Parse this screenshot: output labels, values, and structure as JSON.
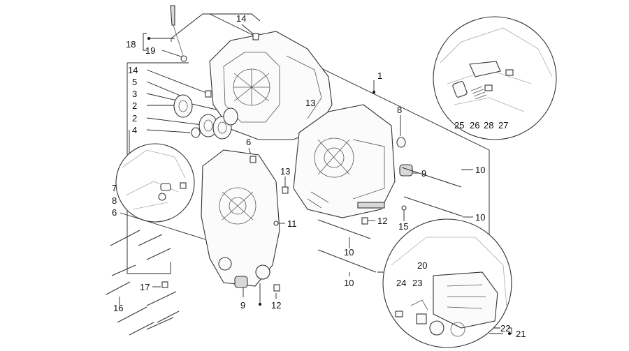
{
  "diagram": {
    "callouts": [
      {
        "id": "c1",
        "text": "1"
      },
      {
        "id": "c2a",
        "text": "2"
      },
      {
        "id": "c2b",
        "text": "2"
      },
      {
        "id": "c3",
        "text": "3"
      },
      {
        "id": "c4",
        "text": "4"
      },
      {
        "id": "c5",
        "text": "5"
      },
      {
        "id": "c6a",
        "text": "6"
      },
      {
        "id": "c6b",
        "text": "6"
      },
      {
        "id": "c7",
        "text": "7"
      },
      {
        "id": "c8a",
        "text": "8"
      },
      {
        "id": "c8b",
        "text": "8"
      },
      {
        "id": "c9a",
        "text": "9"
      },
      {
        "id": "c9b",
        "text": "9"
      },
      {
        "id": "c10a",
        "text": "10"
      },
      {
        "id": "c10b",
        "text": "10"
      },
      {
        "id": "c10c",
        "text": "10"
      },
      {
        "id": "c10d",
        "text": "10"
      },
      {
        "id": "c11",
        "text": "11"
      },
      {
        "id": "c12a",
        "text": "12"
      },
      {
        "id": "c12b",
        "text": "12"
      },
      {
        "id": "c13a",
        "text": "13"
      },
      {
        "id": "c13b",
        "text": "13"
      },
      {
        "id": "c14a",
        "text": "14"
      },
      {
        "id": "c14b",
        "text": "14"
      },
      {
        "id": "c15",
        "text": "15"
      },
      {
        "id": "c16",
        "text": "16"
      },
      {
        "id": "c17",
        "text": "17"
      },
      {
        "id": "c18",
        "text": "18"
      },
      {
        "id": "c19",
        "text": "19"
      },
      {
        "id": "c20",
        "text": "20"
      },
      {
        "id": "c21",
        "text": "21"
      },
      {
        "id": "c22",
        "text": "22"
      },
      {
        "id": "c23",
        "text": "23"
      },
      {
        "id": "c24",
        "text": "24"
      },
      {
        "id": "c25",
        "text": "25"
      },
      {
        "id": "c26",
        "text": "26"
      },
      {
        "id": "c27",
        "text": "27"
      },
      {
        "id": "c28",
        "text": "28"
      }
    ]
  }
}
